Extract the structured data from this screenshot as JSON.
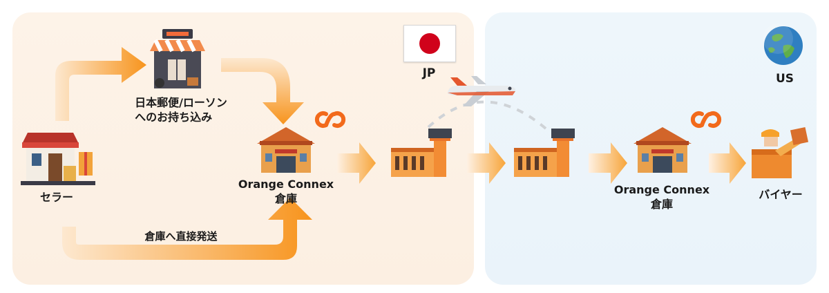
{
  "labels": {
    "seller": "セラー",
    "post_drop_line1": "日本郵便/ローソン",
    "post_drop_line2": "へのお持ち込み",
    "direct_ship": "倉庫へ直接発送",
    "warehouse_jp_line1": "Orange Connex",
    "warehouse_jp_line2": "倉庫",
    "warehouse_us_line1": "Orange Connex",
    "warehouse_us_line2": "倉庫",
    "jp": "JP",
    "us": "US",
    "buyer": "バイヤー"
  },
  "icons": {
    "seller": "shop-with-gifts-icon",
    "post_office": "convenience-store-icon",
    "warehouse": "warehouse-icon",
    "airport": "airport-tower-icon",
    "airplane": "airplane-icon",
    "globe": "globe-icon",
    "flag": "japan-flag-icon",
    "logo": "orange-connex-logo-icon",
    "buyer": "delivery-person-icon"
  },
  "colors": {
    "accent": "#f7941d",
    "panel_jp": "#fcefe2",
    "panel_us": "#eaf3fa",
    "flag_red": "#d0021b"
  }
}
